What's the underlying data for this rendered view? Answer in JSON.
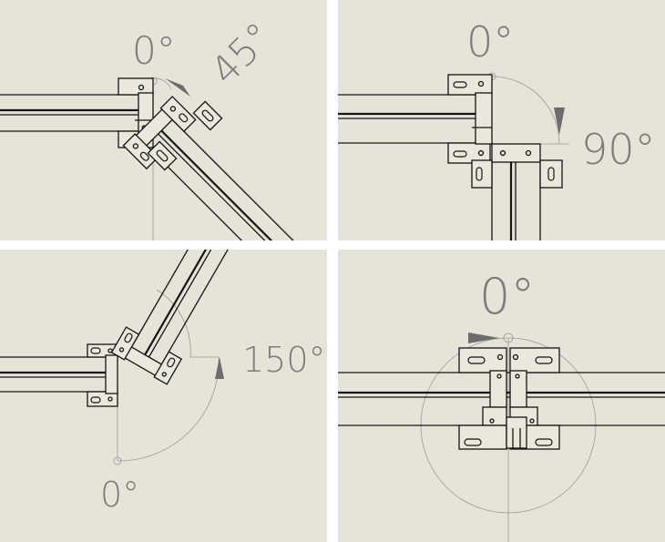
{
  "panels": [
    {
      "id": "hinge-45",
      "labels": [
        "0°",
        "45°"
      ]
    },
    {
      "id": "hinge-90",
      "labels": [
        "0°",
        "90°"
      ]
    },
    {
      "id": "hinge-150",
      "labels": [
        "150°",
        "0°"
      ]
    },
    {
      "id": "hinge-0",
      "labels": [
        "0°"
      ]
    }
  ],
  "colors": {
    "panel_bg": "#e4e4d8",
    "line": "#141414",
    "label": "#7c7c7c",
    "guide": "#9a9a9a"
  }
}
